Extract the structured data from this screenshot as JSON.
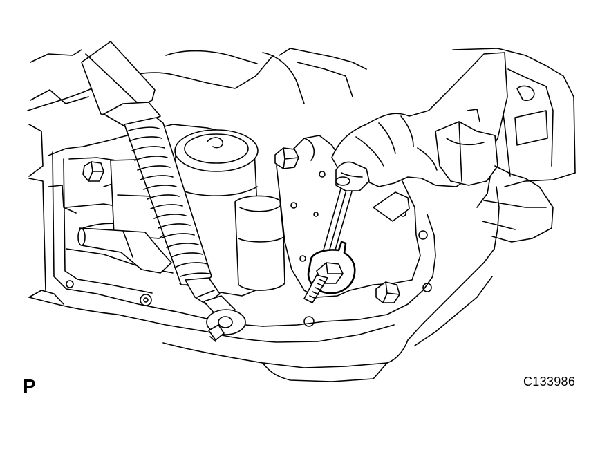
{
  "figure": {
    "view_label": "P",
    "figure_code": "C133986"
  },
  "icons": {
    "illustration": "transmission-valve-body-wrench-illustration",
    "hand": "gloved-hand-icon",
    "wrench": "open-end-wrench-icon"
  }
}
